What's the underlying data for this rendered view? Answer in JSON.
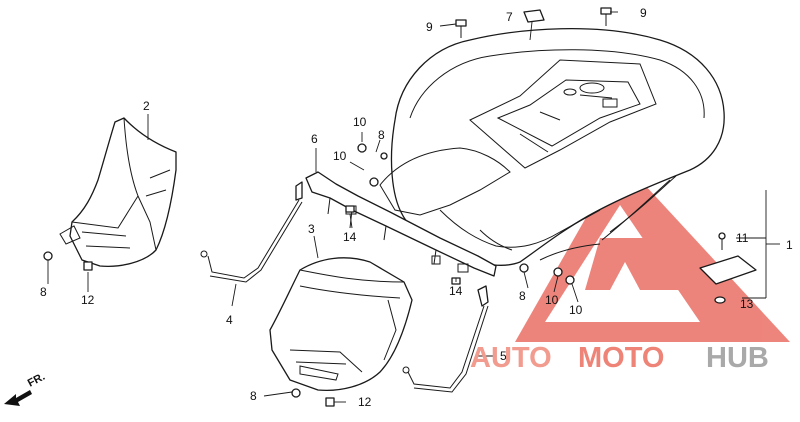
{
  "callouts": {
    "c1": "1",
    "c2": "2",
    "c3": "3",
    "c4": "4",
    "c5": "5",
    "c6": "6",
    "c7": "7",
    "c8a": "8",
    "c8b": "8",
    "c8c": "8",
    "c8d": "8",
    "c9a": "9",
    "c9b": "9",
    "c10a": "10",
    "c10b": "10",
    "c10c": "10",
    "c10d": "10",
    "c11": "11",
    "c12a": "12",
    "c12b": "12",
    "c13": "13",
    "c14a": "14",
    "c14b": "14"
  },
  "direction": {
    "label": "FR."
  },
  "watermark": {
    "auto": "AUTO",
    "moto": "MOTO",
    "hub": "HUB",
    "auto_color": "#f29b8f",
    "moto_color": "#ee8477",
    "hub_color": "#a9a9a9",
    "triangle_color": "#e85c50"
  }
}
